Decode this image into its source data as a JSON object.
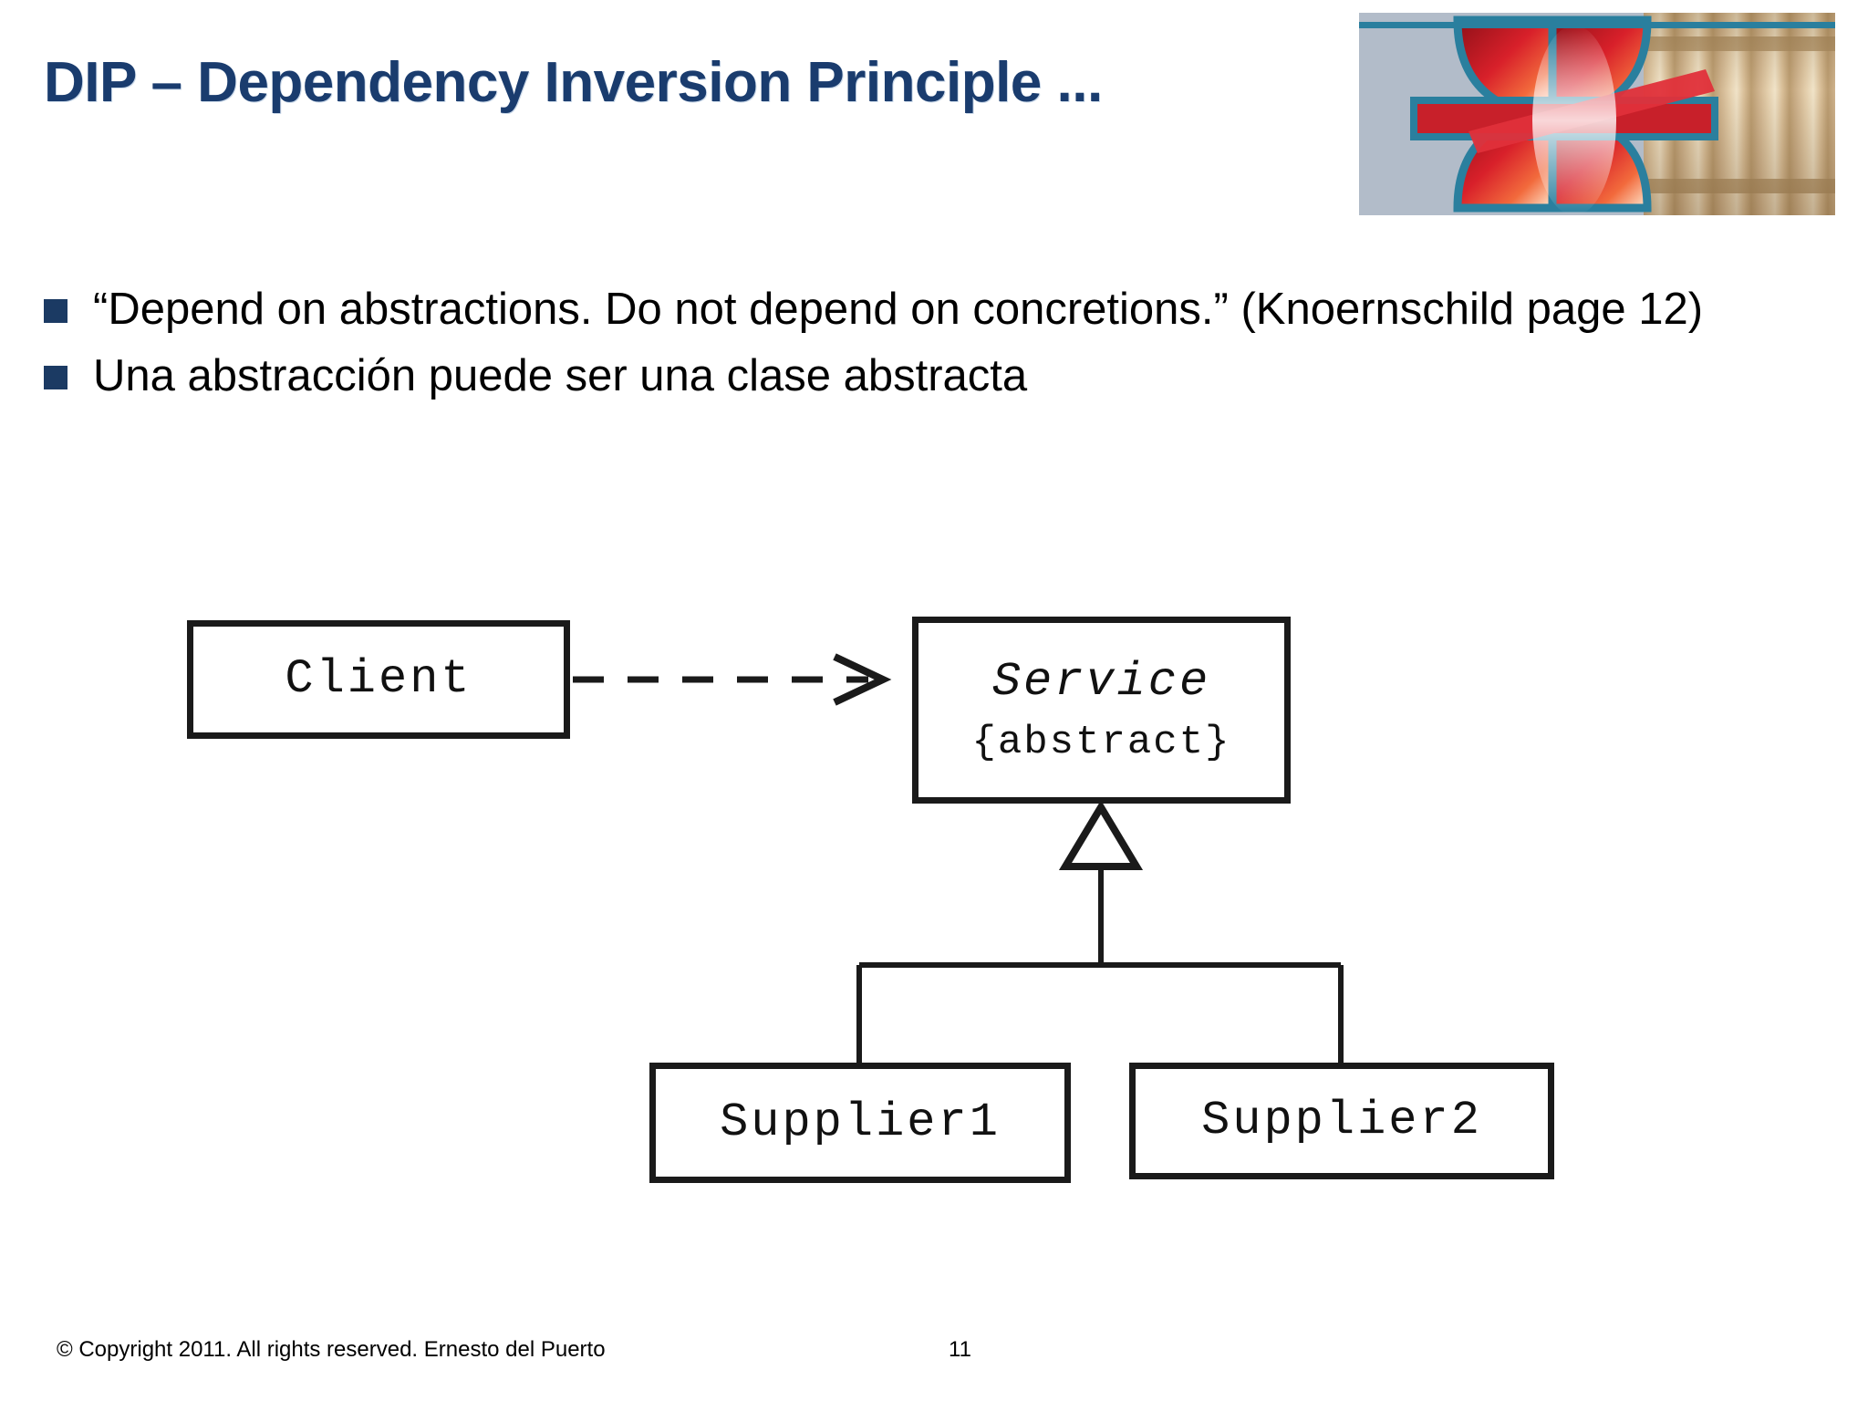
{
  "slide": {
    "title": "DIP – Dependency Inversion Principle ...",
    "background_color": "#ffffff",
    "title_color": "#1a3c6e",
    "bullet_marker_color": "#1b3a63"
  },
  "header_image": {
    "name": "abstract-logo-banner",
    "description": "Red and teal abstract X graphic over grey-blue panel with classical building colonnade photo on the right",
    "colors": {
      "panel": "#b2bcc9",
      "accent_red": "#c8202a",
      "accent_teal": "#2a7f9e",
      "stone": "#cdb089"
    }
  },
  "bullets": [
    {
      "text": "“Depend on abstractions. Do not depend on concretions.” (Knoernschild page 12)"
    },
    {
      "text": "Una abstracción puede ser una clase abstracta"
    }
  ],
  "diagram": {
    "type": "uml-class-diagram",
    "boxes": {
      "client": {
        "name": "Client"
      },
      "service": {
        "name": "Service",
        "stereotype": "{abstract}"
      },
      "supplier1": {
        "name": "Supplier1"
      },
      "supplier2": {
        "name": "Supplier2"
      }
    },
    "relationships": [
      {
        "from": "Client",
        "to": "Service",
        "kind": "dependency",
        "style": "dashed-open-arrow"
      },
      {
        "from": "Supplier1",
        "to": "Service",
        "kind": "generalization",
        "style": "solid-hollow-triangle"
      },
      {
        "from": "Supplier2",
        "to": "Service",
        "kind": "generalization",
        "style": "solid-hollow-triangle"
      }
    ]
  },
  "footer": {
    "copyright": "© Copyright 2011. All rights reserved. Ernesto del  Puerto",
    "page_number": "11"
  }
}
